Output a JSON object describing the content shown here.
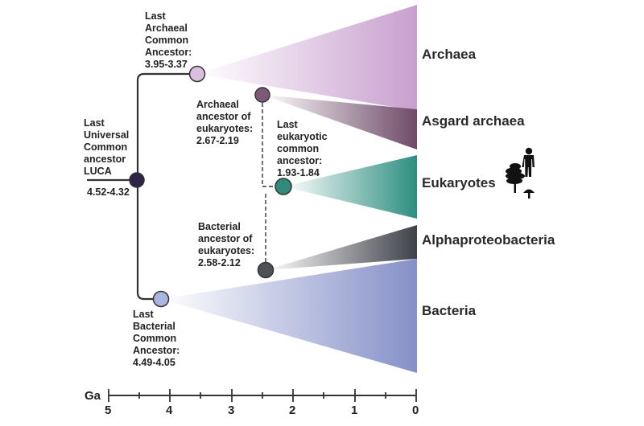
{
  "nodes": {
    "luca": {
      "name": "Last\nUniversal\nCommon\nancestor\nLUCA",
      "range": "4.52-4.32",
      "color": "#2d2348"
    },
    "laca": {
      "name": "Last\nArchaeal\nCommon\nAncestor:",
      "range": "3.95-3.37",
      "color": "#dcbfe0"
    },
    "archaeal_euk": {
      "name": "Archaeal\nancestor of\neukaryotes:",
      "range": "2.67-2.19",
      "color": "#7d5a78"
    },
    "leca": {
      "name": "Last\neukaryotic\ncommon\nancestor:",
      "range": "1.93-1.84",
      "color": "#2f8a7c"
    },
    "bacterial_euk": {
      "name": "Bacterial\nancestor of\neukaryotes:",
      "range": "2.58-2.12",
      "color": "#4f5158"
    },
    "lbca": {
      "name": "Last\nBacterial\nCommon\nAncestor:",
      "range": "4.49-4.05",
      "color": "#a9b6df"
    }
  },
  "clades": {
    "archaea": {
      "label": "Archaea",
      "color": "#c99fce"
    },
    "asgard": {
      "label": "Asgard archaea",
      "color": "#6e4a68"
    },
    "eukaryotes": {
      "label": "Eukaryotes",
      "color": "#2e8e80"
    },
    "alphaproteobacteria": {
      "label": "Alphaproteobacteria",
      "color": "#3f414a"
    },
    "bacteria": {
      "label": "Bacteria",
      "color": "#8590c8"
    }
  },
  "icons": [
    "human-silhouette-icon",
    "tree-icon",
    "mushroom-icon"
  ],
  "axis": {
    "title": "Ga",
    "ticks": [
      "5",
      "4",
      "3",
      "2",
      "1",
      "0"
    ],
    "range": [
      5,
      0
    ]
  }
}
